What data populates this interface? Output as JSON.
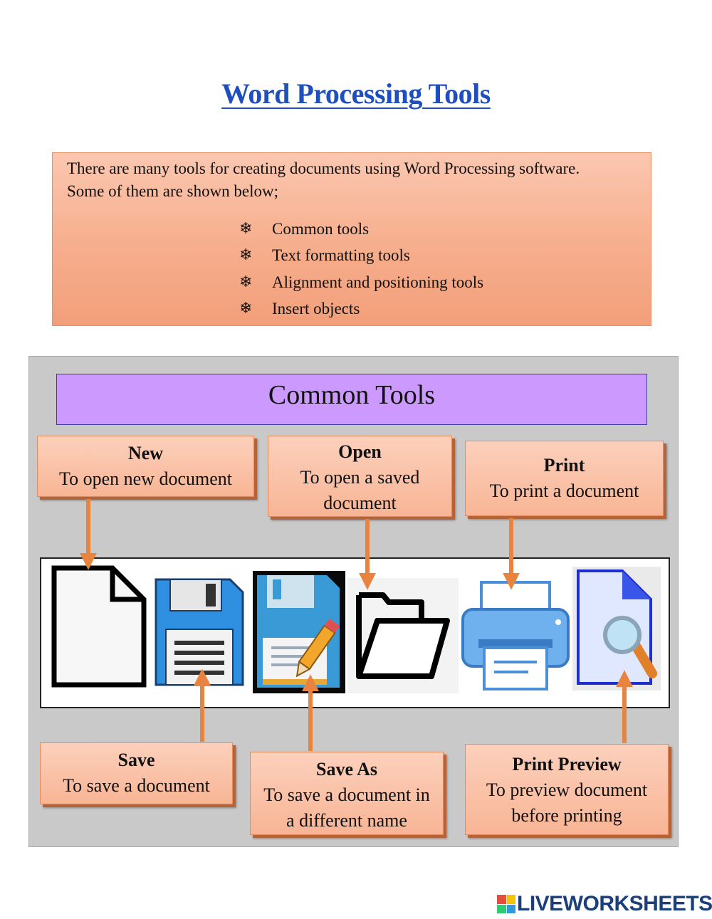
{
  "title": "Word Processing Tools",
  "intro": {
    "line1": "There are many tools for creating documents using Word Processing software.",
    "line2": "Some of them are shown below;",
    "bullet_icon": "snowflake-bullet-icon",
    "bullets": [
      "Common tools",
      "Text formatting tools",
      "Alignment and positioning tools",
      "Insert objects"
    ]
  },
  "common_tools": {
    "heading": "Common Tools",
    "tools": [
      {
        "name": "New",
        "description": "To open new document",
        "icon": "new-document-icon"
      },
      {
        "name": "Save",
        "description": "To save a document",
        "icon": "save-floppy-icon"
      },
      {
        "name": "Save As",
        "description": "To save a document in a different name",
        "icon": "save-as-floppy-pencil-icon"
      },
      {
        "name": "Open",
        "description": "To open a saved document",
        "icon": "open-folder-icon"
      },
      {
        "name": "Print",
        "description": "To print a document",
        "icon": "printer-icon"
      },
      {
        "name": "Print Preview",
        "description": "To preview document before printing",
        "icon": "print-preview-magnifier-icon"
      }
    ]
  },
  "colors": {
    "title": "#1f4fbf",
    "heading_bg": "#cc99ff",
    "box": "#f8b595",
    "arrow": "#e8843f",
    "panel": "#c9c9c9"
  },
  "footer": {
    "brand": "LIVEWORKSHEETS"
  }
}
